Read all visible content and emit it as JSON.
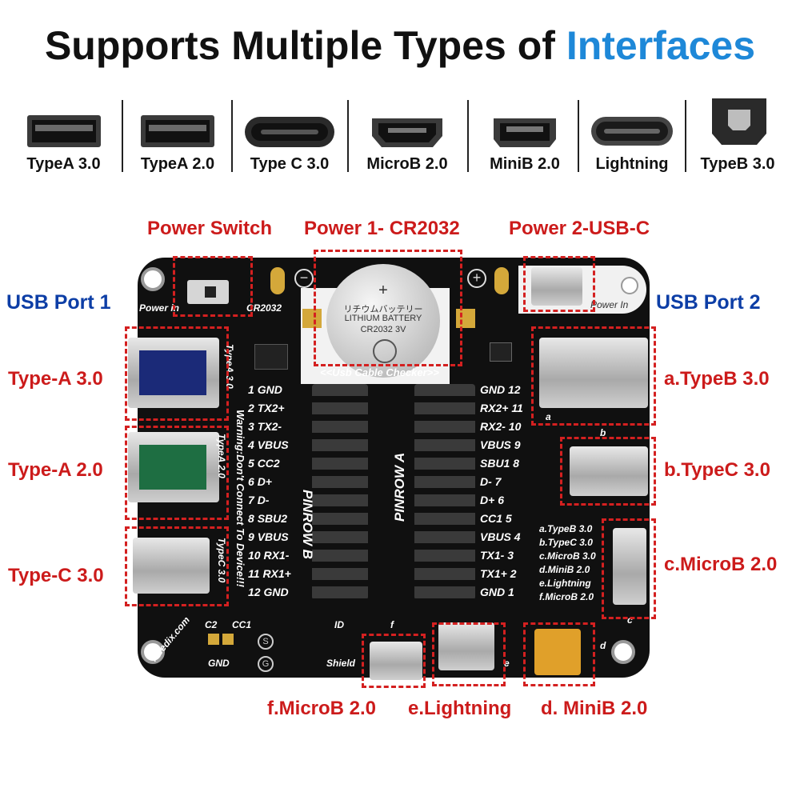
{
  "headline": {
    "prefix": "Supports Multiple Types of ",
    "accent": "Interfaces",
    "accent_color": "#1e88d8"
  },
  "interfaces": [
    {
      "label": "TypeA 3.0",
      "icon": "usb-a-3-icon"
    },
    {
      "label": "TypeA 2.0",
      "icon": "usb-a-2-icon"
    },
    {
      "label": "Type C 3.0",
      "icon": "usb-c-icon"
    },
    {
      "label": "MicroB 2.0",
      "icon": "micro-b-icon"
    },
    {
      "label": "MiniB 2.0",
      "icon": "mini-b-icon"
    },
    {
      "label": "Lightning",
      "icon": "lightning-icon"
    },
    {
      "label": "TypeB 3.0",
      "icon": "usb-b-icon"
    }
  ],
  "callouts": {
    "power_switch": "Power Switch",
    "power1": "Power 1- CR2032",
    "power2": "Power 2-USB-C",
    "usb_port1": "USB Port 1",
    "usb_port2": "USB Port 2",
    "left": [
      "Type-A 3.0",
      "Type-A 2.0",
      "Type-C 3.0"
    ],
    "right": [
      "a.TypeB 3.0",
      "b.TypeC 3.0",
      "c.MicroB 2.0"
    ],
    "bottom": [
      "f.MicroB 2.0",
      "e.Lightning",
      "d. MiniB 2.0"
    ],
    "red": "#cc1b1b",
    "blue": "#0d3ea6"
  },
  "board": {
    "power_in_left": "Power in",
    "cr2032_small": "CR2032",
    "power_in_right": "Power In",
    "battery": {
      "jp": "リチウムバッテリー",
      "name": "LITHIUM BATTERY",
      "model": "CR2032  3V"
    },
    "checker": "<<Usb Cable Checker>>",
    "pinrow_b": "PINROW B",
    "pinrow_a": "PINROW A",
    "warning": "Warning:Don't Connect To Device!!!",
    "silk_typea3": "TypeA 3.0",
    "silk_typea2": "TypeA 2.0",
    "silk_typec": "TypeC 3.0",
    "brand": "Treedix.com",
    "gnd": "GND",
    "cc1": "CC1",
    "cc2": "C2",
    "id": "ID",
    "shield": "Shield",
    "s_mark": "S",
    "g_mark": "G",
    "pins_b": [
      {
        "n": "1",
        "t": "GND"
      },
      {
        "n": "2",
        "t": "TX2+"
      },
      {
        "n": "3",
        "t": "TX2-"
      },
      {
        "n": "4",
        "t": "VBUS"
      },
      {
        "n": "5",
        "t": "CC2"
      },
      {
        "n": "6",
        "t": "D+"
      },
      {
        "n": "7",
        "t": "D-"
      },
      {
        "n": "8",
        "t": "SBU2"
      },
      {
        "n": "9",
        "t": "VBUS"
      },
      {
        "n": "10",
        "t": "RX1-"
      },
      {
        "n": "11",
        "t": "RX1+"
      },
      {
        "n": "12",
        "t": "GND"
      }
    ],
    "pins_a": [
      {
        "n": "12",
        "t": "GND"
      },
      {
        "n": "11",
        "t": "RX2+"
      },
      {
        "n": "10",
        "t": "RX2-"
      },
      {
        "n": "9",
        "t": "VBUS"
      },
      {
        "n": "8",
        "t": "SBU1"
      },
      {
        "n": "7",
        "t": "D-"
      },
      {
        "n": "6",
        "t": "D+"
      },
      {
        "n": "5",
        "t": "CC1"
      },
      {
        "n": "4",
        "t": "VBUS"
      },
      {
        "n": "3",
        "t": "TX1-"
      },
      {
        "n": "2",
        "t": "TX1+"
      },
      {
        "n": "1",
        "t": "GND"
      }
    ],
    "legend": [
      "a.TypeB 3.0",
      "b.TypeC 3.0",
      "c.MicroB 3.0",
      "d.MiniB 2.0",
      "e.Lightning",
      "f.MicroB 2.0"
    ],
    "port_letters": {
      "a": "a",
      "b": "b",
      "c": "c",
      "d": "d",
      "e": "e",
      "f": "f"
    }
  }
}
